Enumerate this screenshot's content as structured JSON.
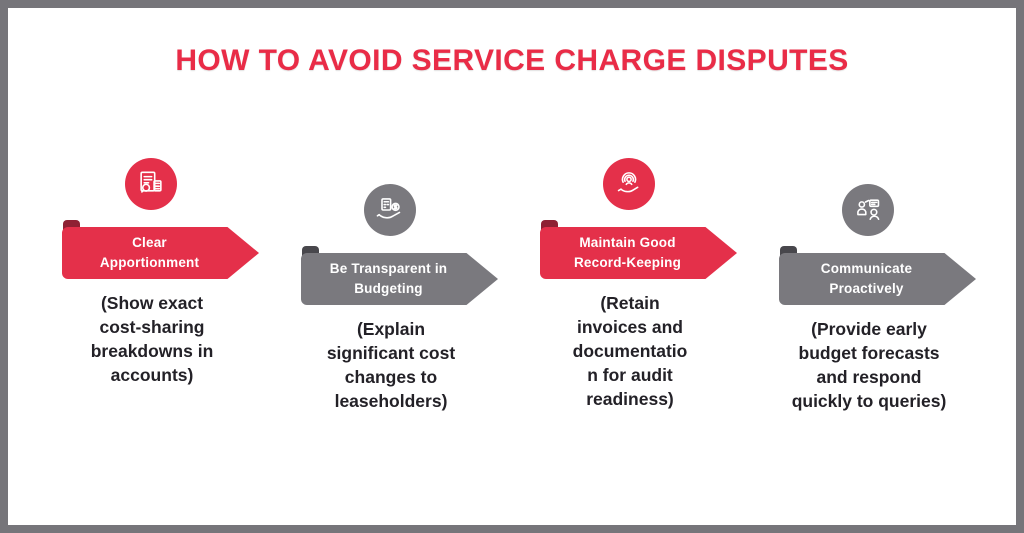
{
  "title": {
    "text": "HOW TO AVOID SERVICE CHARGE DISPUTES"
  },
  "colors": {
    "title_red": "#e92c47",
    "frame_border": "#76757a",
    "background": "#ffffff",
    "text_dark": "#232127",
    "icon_stroke": "#ffffff",
    "red": {
      "main": "#e4304a",
      "fold": "#8e2133"
    },
    "gray": {
      "main": "#7a797e",
      "fold": "#48474c"
    }
  },
  "columns": [
    {
      "theme": "red",
      "icon": "invoice-audit-icon",
      "banner": "Clear\nApportionment",
      "description": "(Show exact\ncost-sharing\nbreakdowns in\naccounts)"
    },
    {
      "theme": "gray",
      "icon": "hand-budget-icon",
      "banner": "Be Transparent in\nBudgeting",
      "description": "(Explain\nsignificant cost\nchanges to\nleaseholders)"
    },
    {
      "theme": "red",
      "icon": "record-keeping-icon",
      "banner": "Maintain Good\nRecord-Keeping",
      "description": "(Retain\ninvoices and\ndocumentatio\nn for audit\nreadiness)"
    },
    {
      "theme": "gray",
      "icon": "communication-icon",
      "banner": "Communicate\nProactively",
      "description": "(Provide early\nbudget forecasts\nand respond\nquickly to queries)"
    }
  ]
}
